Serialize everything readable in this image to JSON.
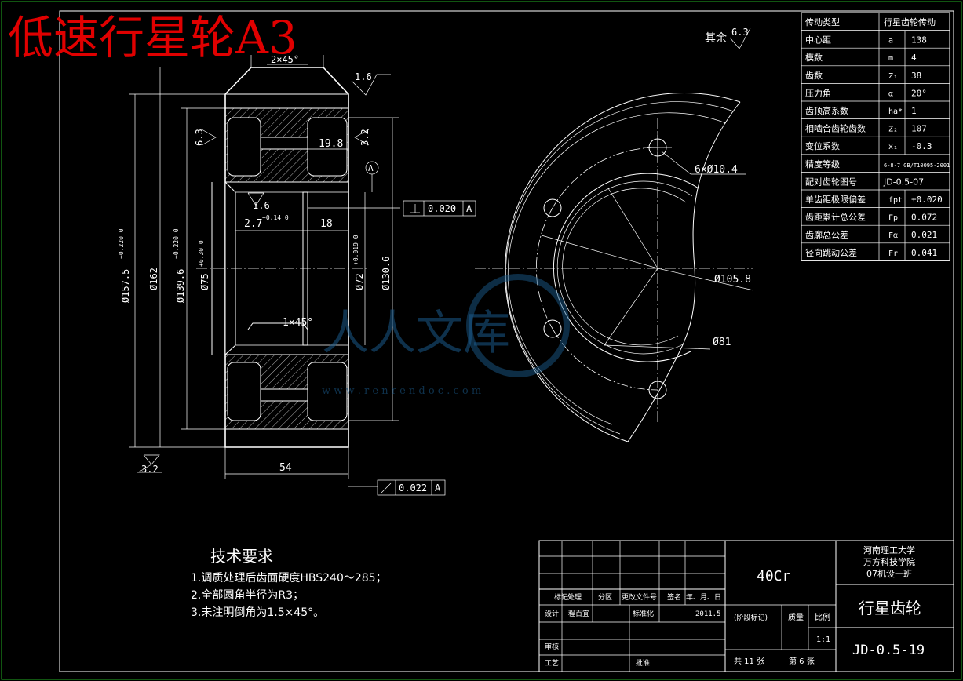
{
  "title": "低速行星轮A3",
  "roughness_rest": {
    "label": "其余",
    "value": "6.3"
  },
  "gear_table": [
    {
      "name": "传动类型",
      "sym": "",
      "val": "行星齿轮传动"
    },
    {
      "name": "中心距",
      "sym": "a",
      "val": "138"
    },
    {
      "name": "模数",
      "sym": "m",
      "val": "4"
    },
    {
      "name": "齿数",
      "sym": "Z₁",
      "val": "38"
    },
    {
      "name": "压力角",
      "sym": "α",
      "val": "20°"
    },
    {
      "name": "齿顶高系数",
      "sym": "ha*",
      "val": "1"
    },
    {
      "name": "相啮合齿轮齿数",
      "sym": "Z₂",
      "val": "107"
    },
    {
      "name": "变位系数",
      "sym": "x₁",
      "val": "-0.3"
    },
    {
      "name": "精度等级",
      "sym": "",
      "val": "6-8-7 GB/T10095-2001"
    },
    {
      "name": "配对齿轮图号",
      "sym": "",
      "val": "JD-0.5-07"
    },
    {
      "name": "单齿距极限偏差",
      "sym": "fpt",
      "val": "±0.020"
    },
    {
      "name": "齿距累计总公差",
      "sym": "Fp",
      "val": "0.072"
    },
    {
      "name": "齿廓总公差",
      "sym": "Fα",
      "val": "0.021"
    },
    {
      "name": "径向跳动公差",
      "sym": "Fr",
      "val": "0.041"
    }
  ],
  "dims": {
    "chamfer_top": "2×45°",
    "chamfer_inner": "1×45°",
    "rough_16_top": "1.6",
    "rough_63_left": "6.3",
    "rough_32_right": "3.2",
    "rough_16_bore": "1.6",
    "rough_32_bottom": "3.2",
    "width_198": "19.8",
    "datum_a": "A",
    "perp_value": "0.020",
    "perp_datum": "A",
    "groove_width": "2.7",
    "groove_tol": "+0.14 0",
    "dim_18": "18",
    "d1575": "Ø157.5",
    "d1575_tol": "+0.220 0",
    "d162": "Ø162",
    "d1396": "Ø139.6",
    "d1396_tol": "+0.220 0",
    "d75": "Ø75",
    "d75_tol": "+0.30 0",
    "d72": "Ø72",
    "d72_tol": "+0.019 0",
    "d1306": "Ø130.6",
    "width_54": "54",
    "runout_value": "0.022",
    "runout_datum": "A",
    "holes": "6×Ø10.4",
    "d1058": "Ø105.8",
    "d81": "Ø81"
  },
  "tech_req": {
    "title": "技术要求",
    "items": [
      "1.调质处理后齿面硬度HBS240～285；",
      "2.全部圆角半径为R3；",
      "3.未注明倒角为1.5×45°。"
    ]
  },
  "title_block": {
    "material": "40Cr",
    "school": [
      "河南理工大学",
      "万方科技学院",
      "07机设一班"
    ],
    "part_name": "行星齿轮",
    "drawing_no": "JD-0.5-19",
    "hdr": [
      "标记",
      "处理",
      "分区",
      "更改文件号",
      "签名",
      "年、月、日"
    ],
    "design_label": "设计",
    "designer": "程百宜",
    "std_label": "标准化",
    "date": "2011.5",
    "stage_label": "(阶段标记)",
    "mass_label": "质量",
    "scale_label": "比例",
    "scale": "1:1",
    "review_label": "审核",
    "process_label": "工艺",
    "approve_label": "批准",
    "sheets": "共 11 张",
    "sheet_no": "第 6 张"
  },
  "watermark": {
    "text": "人人文库",
    "url": "w w w . r e n r e n d o c . c o m"
  }
}
